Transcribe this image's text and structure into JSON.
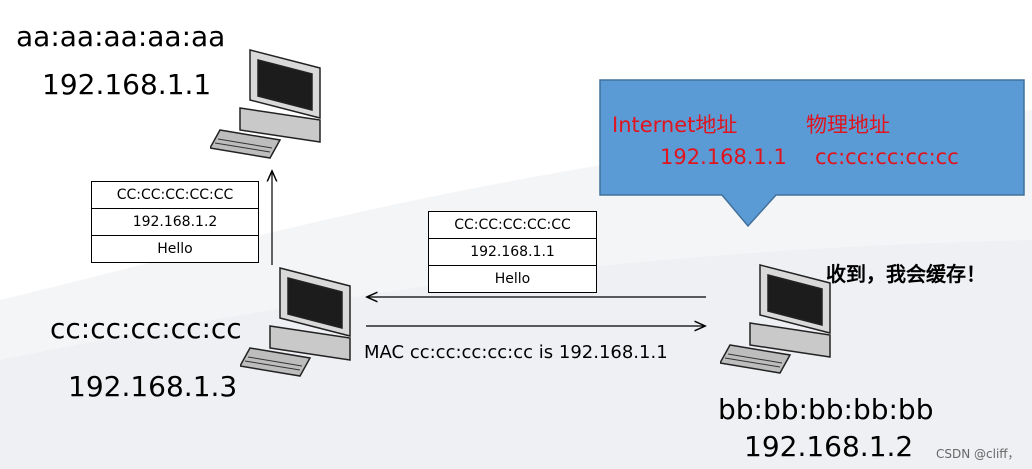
{
  "nodes": {
    "top": {
      "mac": "aa:aa:aa:aa:aa",
      "ip": "192.168.1.1"
    },
    "left": {
      "mac": "cc:cc:cc:cc:cc",
      "ip": "192.168.1.3"
    },
    "right": {
      "mac": "bb:bb:bb:bb:bb",
      "ip": "192.168.1.2",
      "speech": "收到，我会缓存！"
    }
  },
  "packet_up": {
    "mac": "CC:CC:CC:CC:CC",
    "ip": "192.168.1.2",
    "payload": "Hello"
  },
  "packet_left": {
    "mac": "CC:CC:CC:CC:CC",
    "ip": "192.168.1.1",
    "payload": "Hello"
  },
  "arrow_label": "MAC cc:cc:cc:cc:cc is 192.168.1.1",
  "callout": {
    "header_internet": "Internet地址",
    "header_physical": "物理地址",
    "ip": "192.168.1.1",
    "mac": "cc:cc:cc:cc:cc",
    "color": "#5b9bd5"
  },
  "watermark": "CSDN @cliff，"
}
